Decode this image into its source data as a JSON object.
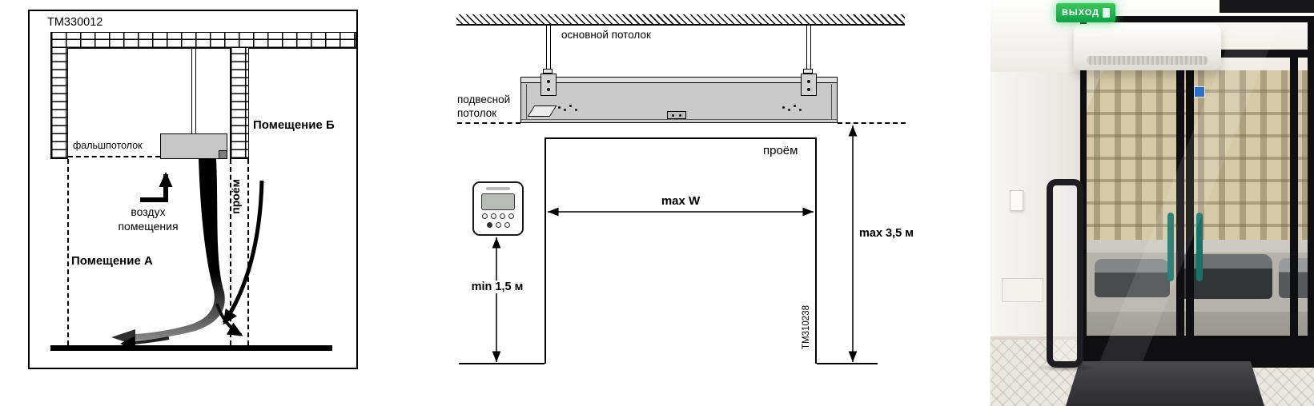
{
  "figure": {
    "left_diagram": {
      "code": "TM330012",
      "room_a_label": "Помещение А",
      "room_b_label": "Помещение Б",
      "false_ceiling_label": "фальшпотолок",
      "room_air_label": "воздух помещения",
      "opening_label": "проём"
    },
    "middle_diagram": {
      "code": "TM310238",
      "main_ceiling_label": "основной потолок",
      "suspended_ceiling_label": "подвесной потолок",
      "opening_label": "проём",
      "max_width_label": "max W",
      "max_height_label": "max 3,5 м",
      "min_height_label": "min 1,5 м"
    },
    "photo": {
      "exit_sign_text": "ВЫХОД"
    },
    "colors": {
      "diagram_unit_gray": "#c9c9c9",
      "exit_sign_green": "#18a94b",
      "door_handle_teal": "#147468",
      "airflow_black": "#000000"
    }
  }
}
